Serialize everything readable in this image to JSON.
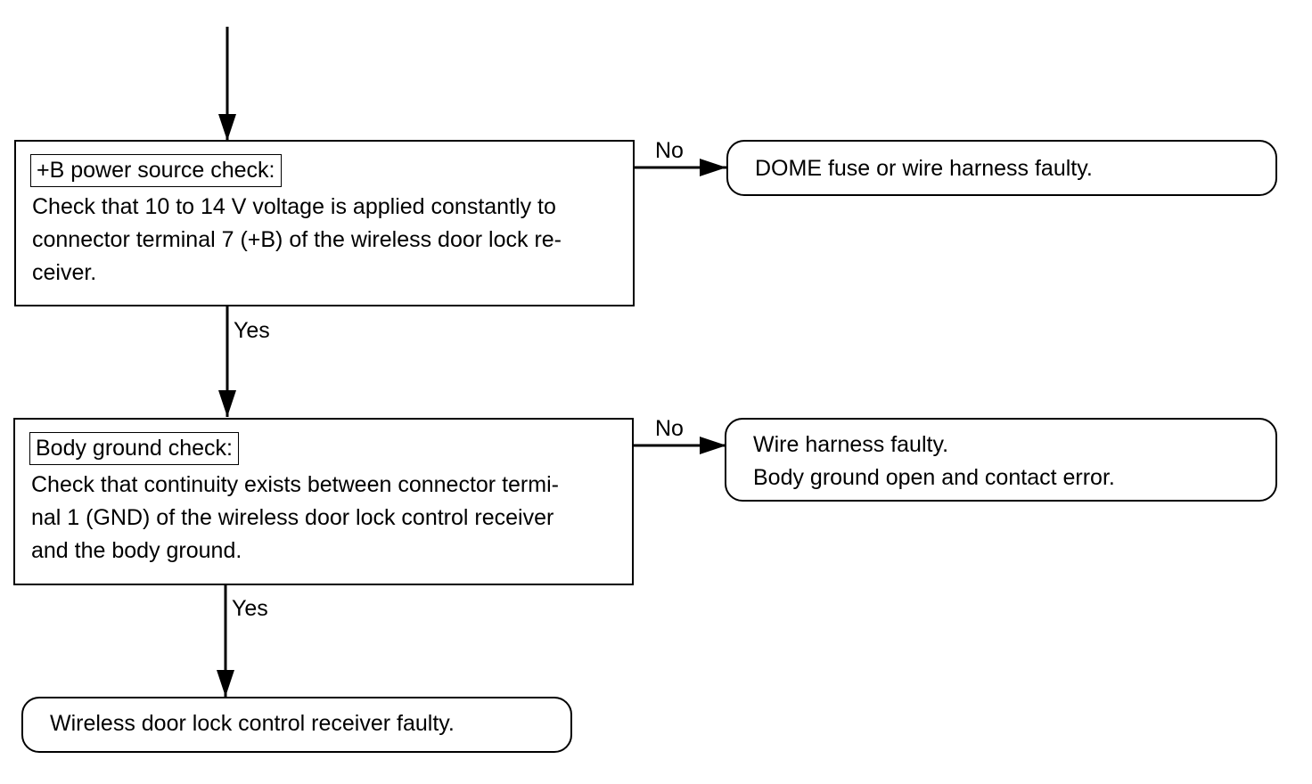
{
  "check1": {
    "title": "+B power source check:",
    "body": "Check that 10 to 14 V voltage is applied constantly to\nconnector terminal 7 (+B) of the wireless door lock re-\nceiver.",
    "no_label": "No",
    "no_result": "DOME fuse or wire harness faulty.",
    "yes_label": "Yes"
  },
  "check2": {
    "title": "Body ground check:",
    "body": "Check that continuity exists between connector termi-\nnal 1 (GND) of the wireless door lock control receiver\nand the body ground.",
    "no_label": "No",
    "no_result": "Wire harness faulty.\nBody ground open and contact error.",
    "yes_label": "Yes"
  },
  "final_result": "Wireless door lock control receiver faulty."
}
